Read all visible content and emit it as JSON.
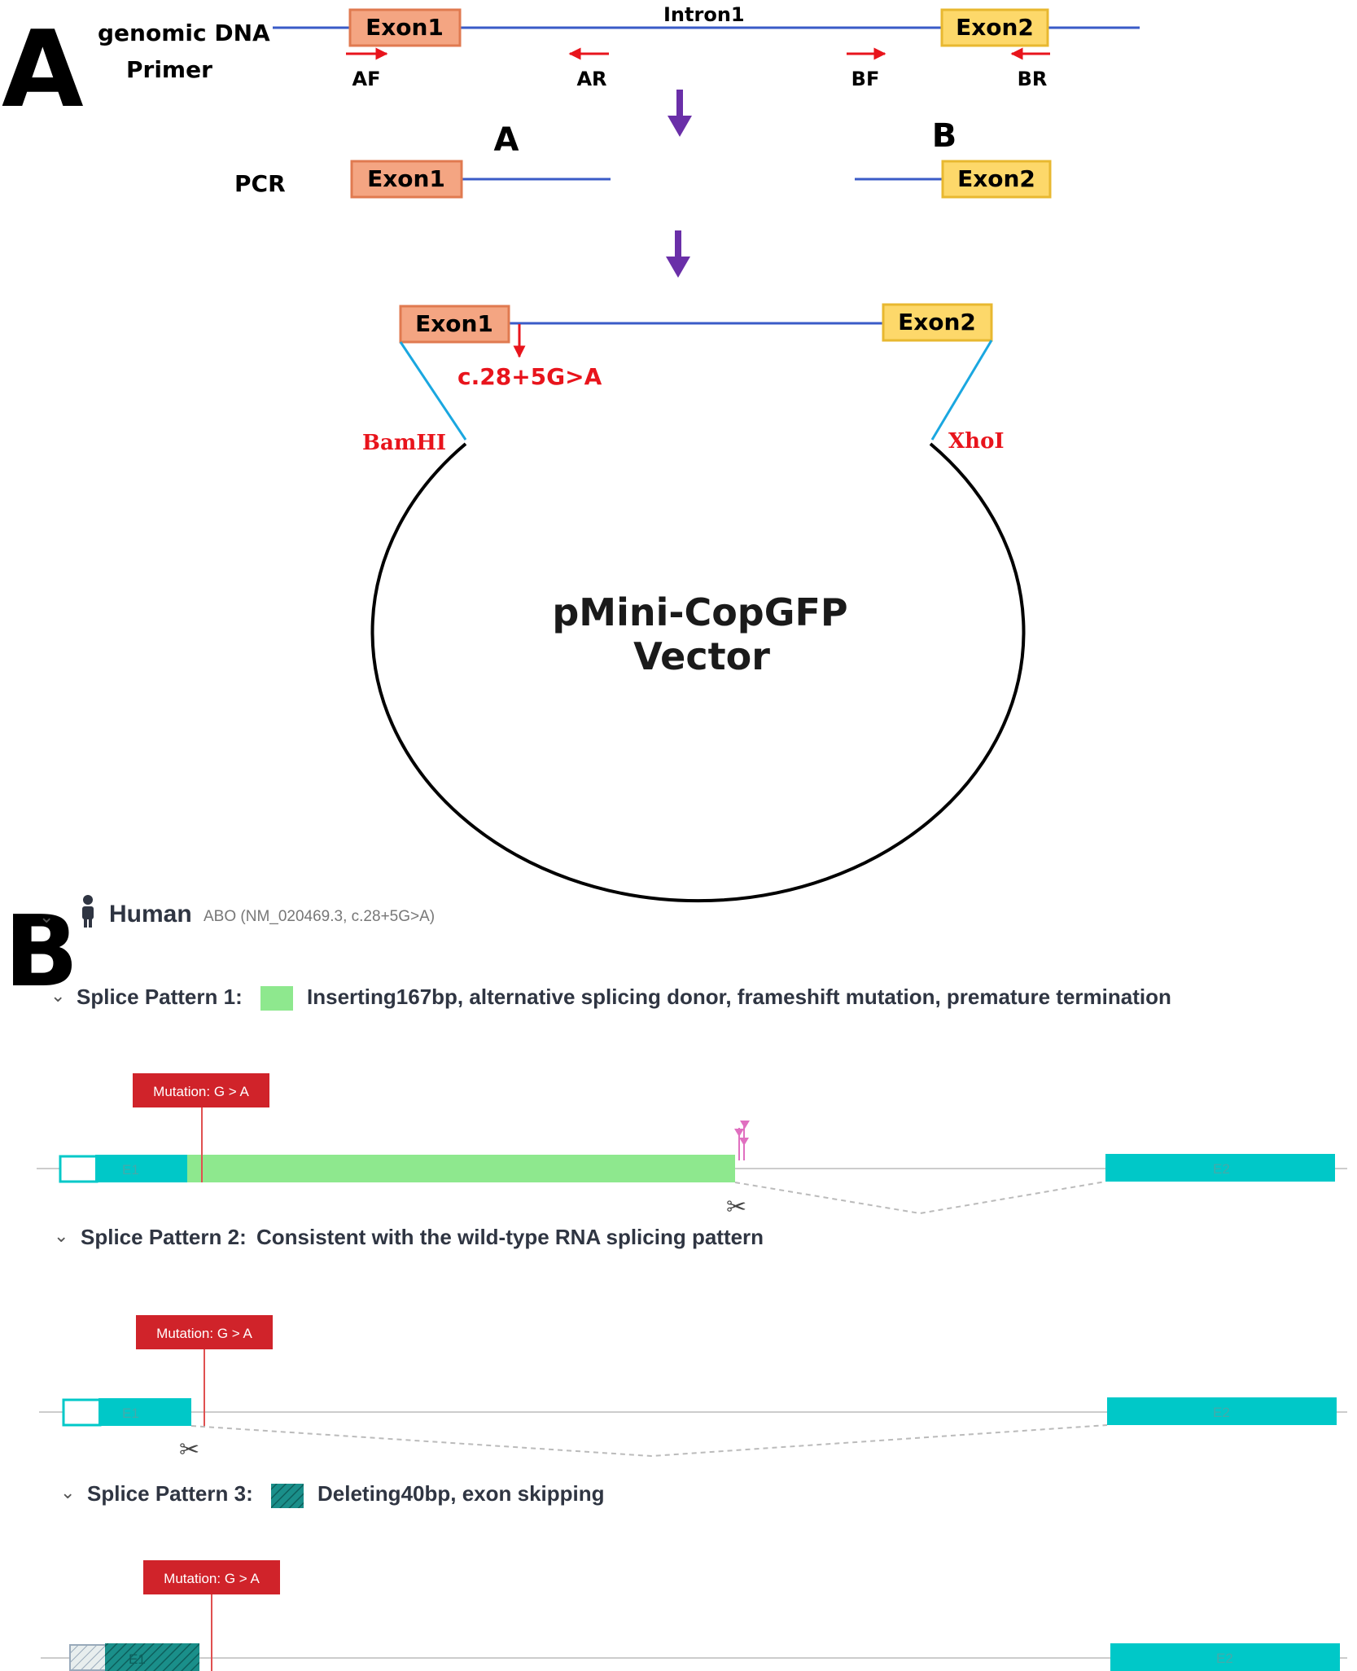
{
  "panel_a": {
    "letter": "A",
    "genomic_label": "genomic DNA",
    "primer_label": "Primer",
    "intron_label": "Intron1",
    "exon1_label": "Exon1",
    "exon2_label": "Exon2",
    "primers": [
      "AF",
      "AR",
      "BF",
      "BR"
    ],
    "pcr_label": "PCR",
    "fragment_a": "A",
    "fragment_b": "B",
    "mutation_label": "c.28+5G>A",
    "site_left": "BamHI",
    "site_right": "XhoI",
    "vector_line1": "pMini-CopGFP",
    "vector_line2": "Vector",
    "colors": {
      "exon1": "#f4a582",
      "exon2": "#fdd86a",
      "line": "#3a5bc7",
      "arrow": "#6a2fa8",
      "red": "#e8141c",
      "link": "#1aa7e0"
    }
  },
  "panel_b": {
    "letter": "B",
    "species": "Human",
    "gene_info": "ABO (NM_020469.3, c.28+5G>A)",
    "patterns": [
      {
        "title": "Splice Pattern 1:",
        "description": "Inserting167bp, alternative splicing donor, frameshift mutation, premature termination",
        "mutation": "Mutation: G > A",
        "exon1": "E1",
        "exon2": "E2"
      },
      {
        "title": "Splice Pattern 2:",
        "description": "Consistent with the wild-type RNA splicing pattern",
        "mutation": "Mutation: G > A",
        "exon1": "E1",
        "exon2": "E2"
      },
      {
        "title": "Splice Pattern 3:",
        "description": "Deleting40bp, exon skipping",
        "mutation": "Mutation: G > A",
        "exon1": "E1",
        "exon2": "E2"
      }
    ],
    "colors": {
      "exon": "#00c8c8",
      "insert": "#8ee88e",
      "mutation": "#d0232a",
      "hatch": "#1a8f8a"
    }
  }
}
